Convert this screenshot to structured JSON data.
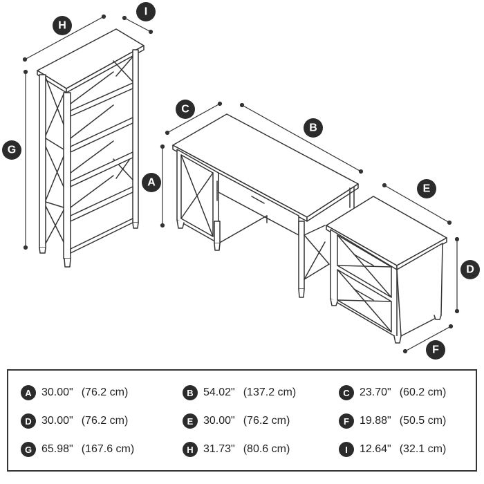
{
  "colors": {
    "line": "#333333",
    "badge": "#2b2b2b",
    "badge_text": "#ffffff"
  },
  "callouts": [
    "A",
    "B",
    "C",
    "D",
    "E",
    "F",
    "G",
    "H",
    "I"
  ],
  "legend": [
    {
      "letter": "A",
      "inches": "30.00\"",
      "cm": "(76.2 cm)"
    },
    {
      "letter": "B",
      "inches": "54.02\"",
      "cm": "(137.2 cm)"
    },
    {
      "letter": "C",
      "inches": "23.70\"",
      "cm": "(60.2 cm)"
    },
    {
      "letter": "D",
      "inches": "30.00\"",
      "cm": "(76.2 cm)"
    },
    {
      "letter": "E",
      "inches": "30.00\"",
      "cm": "(76.2 cm)"
    },
    {
      "letter": "F",
      "inches": "19.88\"",
      "cm": "(50.5 cm)"
    },
    {
      "letter": "G",
      "inches": "65.98\"",
      "cm": "(167.6 cm)"
    },
    {
      "letter": "H",
      "inches": "31.73\"",
      "cm": "(80.6 cm)"
    },
    {
      "letter": "I",
      "inches": "12.64\"",
      "cm": "(32.1 cm)"
    }
  ]
}
